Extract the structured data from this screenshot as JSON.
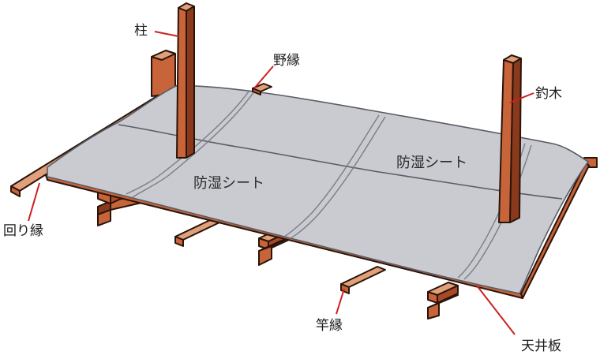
{
  "labels": {
    "pillar": "柱",
    "noen": "野縁",
    "tsurigi": "釣木",
    "mawaribuchi": "回り縁",
    "saobuchi": "竿縁",
    "tenjouita": "天井板",
    "sheet_left": "防湿シート",
    "sheet_right": "防湿シート"
  },
  "colors": {
    "wood_front": "#c8643a",
    "wood_top": "#e0a07a",
    "wood_dark": "#8a3a1c",
    "sheet": "#c9cbd0",
    "sheet_line": "#5a5c66",
    "leader": "#cc2020",
    "outline": "#2a140a"
  }
}
